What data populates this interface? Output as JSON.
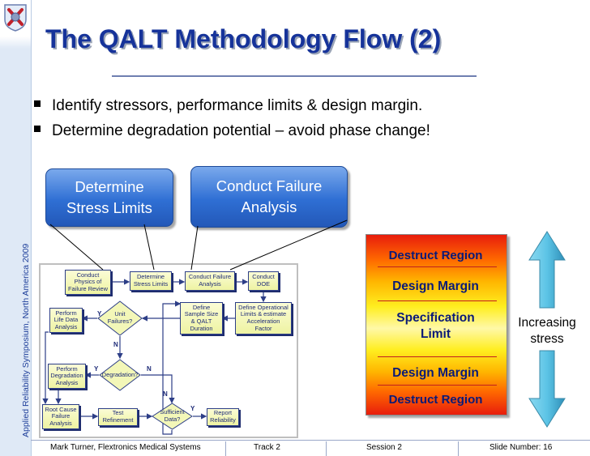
{
  "sidebar": {
    "vertical_text": "Applied Reliability Symposium, North America 2009"
  },
  "slide": {
    "title": "The QALT Methodology Flow (2)",
    "bullets": [
      "Identify stressors, performance limits & design margin.",
      "Determine degradation potential – avoid phase change!"
    ]
  },
  "big_boxes": [
    {
      "line1": "Determine",
      "line2": "Stress Limits"
    },
    {
      "line1": "Conduct Failure",
      "line2": "Analysis"
    }
  ],
  "flow": {
    "conduct_physics": [
      "Conduct",
      "Physics of",
      "Failure Review"
    ],
    "determine_stress": [
      "Determine",
      "Stress Limits"
    ],
    "conduct_failure": [
      "Conduct Failure",
      "Analysis"
    ],
    "conduct_doe": [
      "Conduct",
      "DOE"
    ],
    "define_sample": [
      "Define",
      "Sample Size",
      "& QALT",
      "Duration"
    ],
    "define_operational": [
      "Define Operational",
      "Limits & estimate",
      "Acceleration",
      "Factor"
    ],
    "perform_life": [
      "Perform",
      "Life Data",
      "Analysis"
    ],
    "unit_failures": [
      "Unit",
      "Failures?"
    ],
    "perform_degradation": [
      "Perform",
      "Degradation",
      "Analysis"
    ],
    "degradation_q": [
      "Degradation?"
    ],
    "root_cause": [
      "Root Cause",
      "Failure",
      "Analysis"
    ],
    "test_refinement": [
      "Test",
      "Refinement"
    ],
    "sufficient_data": [
      "Sufficient",
      "Data?"
    ],
    "report_reliability": [
      "Report",
      "Reliability"
    ],
    "labels": {
      "y": "Y",
      "n": "N"
    }
  },
  "regions": {
    "destruct_top": "Destruct Region",
    "margin_top": "Design Margin",
    "spec_line1": "Specification",
    "spec_line2": "Limit",
    "margin_bottom": "Design Margin",
    "destruct_bottom": "Destruct Region"
  },
  "stress": {
    "line1": "Increasing",
    "line2": "stress"
  },
  "footer": {
    "author": "Mark Turner, Flextronics Medical Systems",
    "track": "Track 2",
    "session": "Session 2",
    "slide_number": "Slide Number: 16"
  },
  "colors": {
    "title": "#16339a",
    "box_blue": "#2f6fd4",
    "flow_box_fill": "#f3f7b8",
    "flow_border": "#2d3e87",
    "arrow_cyan": "#5cc4e6"
  }
}
